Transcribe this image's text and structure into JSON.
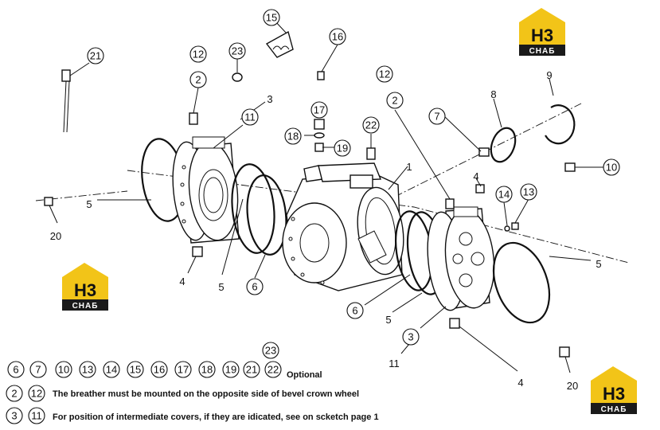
{
  "callouts": [
    {
      "id": "c15",
      "label": "15"
    },
    {
      "id": "c23a",
      "label": "23"
    },
    {
      "id": "c16",
      "label": "16"
    },
    {
      "id": "c21",
      "label": "21"
    },
    {
      "id": "c12a",
      "label": "12"
    },
    {
      "id": "c2a",
      "label": "2"
    },
    {
      "id": "c11a",
      "label": "11"
    },
    {
      "id": "c3a",
      "label": "3"
    },
    {
      "id": "c17",
      "label": "17"
    },
    {
      "id": "c18",
      "label": "18"
    },
    {
      "id": "c19",
      "label": "19"
    },
    {
      "id": "c22",
      "label": "22"
    },
    {
      "id": "c12b",
      "label": "12"
    },
    {
      "id": "c2b",
      "label": "2"
    },
    {
      "id": "c1",
      "label": "1"
    },
    {
      "id": "c8",
      "label": "8"
    },
    {
      "id": "c9",
      "label": "9"
    },
    {
      "id": "c7",
      "label": "7"
    },
    {
      "id": "c10",
      "label": "10"
    },
    {
      "id": "c4a",
      "label": "4"
    },
    {
      "id": "c14",
      "label": "14"
    },
    {
      "id": "c13",
      "label": "13"
    },
    {
      "id": "c5a",
      "label": "5"
    },
    {
      "id": "c20a",
      "label": "20"
    },
    {
      "id": "c4b",
      "label": "4"
    },
    {
      "id": "c5b",
      "label": "5"
    },
    {
      "id": "c6a",
      "label": "6"
    },
    {
      "id": "c5c",
      "label": "5"
    },
    {
      "id": "c6b",
      "label": "6"
    },
    {
      "id": "c5d",
      "label": "5"
    },
    {
      "id": "c3b",
      "label": "3"
    },
    {
      "id": "c11b",
      "label": "11"
    },
    {
      "id": "c4c",
      "label": "4"
    },
    {
      "id": "c20b",
      "label": "20"
    }
  ],
  "legend": {
    "optional_extra": "23",
    "optional_items": [
      "6",
      "7",
      "10",
      "13",
      "14",
      "15",
      "16",
      "17",
      "18",
      "19",
      "21",
      "22"
    ],
    "optional_text": "Optional",
    "breather_items": [
      "2",
      "12"
    ],
    "breather_text": "The breather must be mounted on the opposite side of bevel crown wheel",
    "covers_items": [
      "3",
      "11"
    ],
    "covers_text": "For position of intermediate covers, if they are idicated, see on scketch page 1"
  },
  "logo": {
    "top": "H3",
    "bottom": "CHAБ"
  },
  "colors": {
    "logo_yellow": "#f2c418",
    "logo_dark": "#1a1a1a",
    "line": "#111111"
  }
}
